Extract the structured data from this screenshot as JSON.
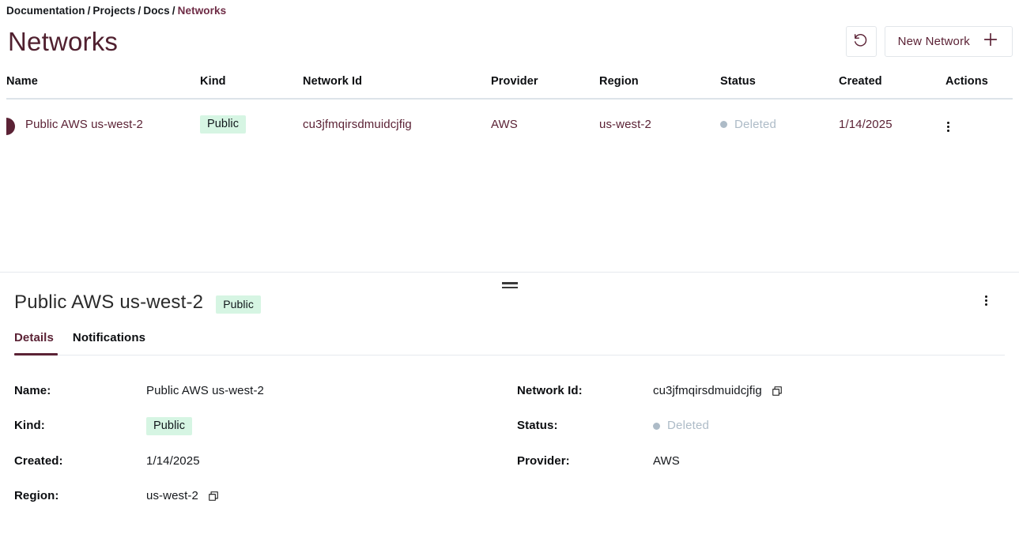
{
  "breadcrumb": {
    "separator": "/",
    "items": [
      {
        "label": "Documentation",
        "current": false
      },
      {
        "label": "Projects",
        "current": false
      },
      {
        "label": "Docs",
        "current": false
      },
      {
        "label": "Networks",
        "current": true
      }
    ]
  },
  "header": {
    "title": "Networks",
    "refresh_icon": "refresh-ccw-icon",
    "new_network_label": "New Network",
    "plus_icon": "plus-icon"
  },
  "table": {
    "columns": [
      "Name",
      "Kind",
      "Network Id",
      "Provider",
      "Region",
      "Status",
      "Created",
      "Actions"
    ],
    "rows": [
      {
        "name": "Public AWS us-west-2",
        "kind": "Public",
        "network_id": "cu3jfmqirsdmuidcjfig",
        "provider": "AWS",
        "region": "us-west-2",
        "status": "Deleted",
        "created": "1/14/2025",
        "selected": true
      }
    ]
  },
  "detail": {
    "title": "Public AWS us-west-2",
    "badge": "Public",
    "tabs": [
      {
        "label": "Details",
        "active": true
      },
      {
        "label": "Notifications",
        "active": false
      }
    ],
    "fields": {
      "name_label": "Name:",
      "name_value": "Public AWS us-west-2",
      "network_id_label": "Network Id:",
      "network_id_value": "cu3jfmqirsdmuidcjfig",
      "kind_label": "Kind:",
      "kind_value": "Public",
      "status_label": "Status:",
      "status_value": "Deleted",
      "created_label": "Created:",
      "created_value": "1/14/2025",
      "provider_label": "Provider:",
      "provider_value": "AWS",
      "region_label": "Region:",
      "region_value": "us-west-2"
    }
  },
  "colors": {
    "accent": "#5b2235",
    "title": "#50202f",
    "badge_bg": "#d6f5e3",
    "status_muted": "#adbbc7",
    "border": "#e6eaee"
  }
}
